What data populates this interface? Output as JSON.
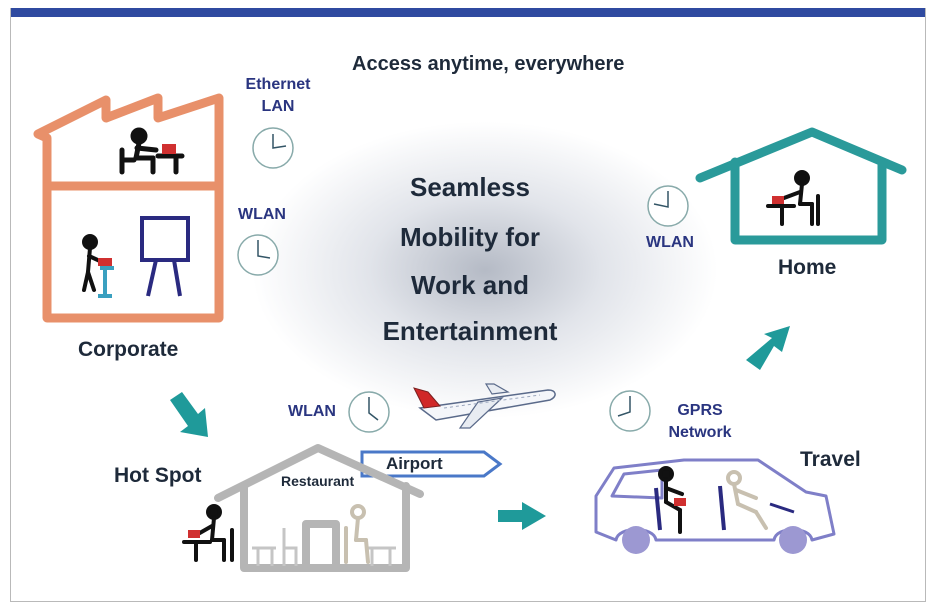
{
  "headline": "Access anytime, everywhere",
  "center_lines": [
    "Seamless",
    "Mobility for",
    "Work and",
    "Entertainment"
  ],
  "places": {
    "corporate": "Corporate",
    "home": "Home",
    "hotspot": "Hot Spot",
    "travel": "Travel",
    "restaurant": "Restaurant",
    "airport": "Airport"
  },
  "networks": {
    "ethernet_line1": "Ethernet",
    "ethernet_line2": "LAN",
    "wlan_corporate": "WLAN",
    "wlan_home": "WLAN",
    "wlan_hotspot": "WLAN",
    "gprs_line1": "GPRS",
    "gprs_line2": "Network"
  },
  "icons": {
    "clock": "clock-icon",
    "arrow": "arrow-icon",
    "airplane": "airplane-icon",
    "person": "person-icon"
  },
  "colors": {
    "topbar": "#2f4aa0",
    "corporate_house": "#e8906a",
    "home_house": "#2a9a9a",
    "restaurant_house": "#b5b5b5",
    "car": "#7f7fc8",
    "arrow": "#1f9a9a",
    "network_text": "#2a3580",
    "airport_sign": "#4a78c8"
  }
}
